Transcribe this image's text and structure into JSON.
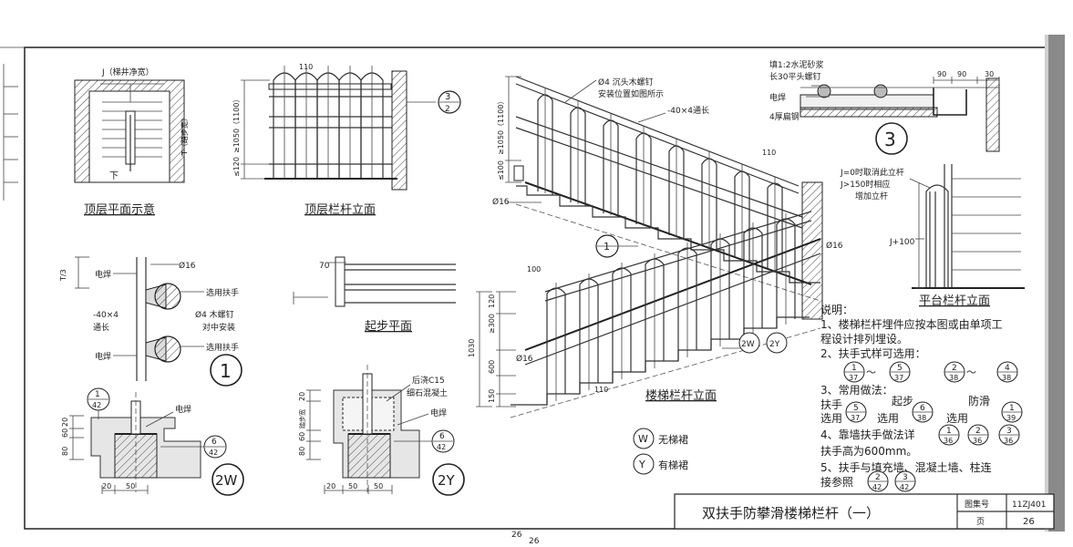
{
  "sheet": {
    "title": "双扶手防攀滑楼梯栏杆（一）",
    "atlas_label": "图集号",
    "atlas_no": "11ZJ401",
    "page_label": "页",
    "page_no": "26",
    "footer_page": "26",
    "footer_faint": "26"
  },
  "top_plan": {
    "title": "顶层平面示意",
    "j_label": "J（梯井净宽）",
    "t_label": "T（踏步宽）",
    "down": "下"
  },
  "top_rail": {
    "title": "顶层栏杆立面",
    "d110": "110",
    "h1050": "≥1050（1100）",
    "h120": "≤120",
    "ref_num": "3",
    "ref_sheet": "2"
  },
  "stair_elev": {
    "title": "楼梯栏杆立面",
    "screw_note1": "Ø4 沉头木螺钉",
    "screw_note2": "安装位置如图所示",
    "bar_note": "-40×4通长",
    "d110a": "110",
    "d110b": "110",
    "h1050": "≥1050（1100）",
    "h100": "≤100",
    "d16a": "Ø16",
    "d16b": "Ø16",
    "d16c": "Ø16",
    "ref1_num": "1",
    "d100": "100",
    "d120": "120",
    "d300": "≥300",
    "d1030": "1030",
    "d600": "600",
    "d150": "150",
    "tag_w": "2W",
    "tag_y": "2Y"
  },
  "detail1": {
    "weld1": "电焊",
    "weld2": "电焊",
    "d16": "Ø16",
    "choose1": "选用扶手",
    "choose2": "选用扶手",
    "bar1": "-40×4",
    "bar2": "通长",
    "screw1": "Ø4 木螺钉",
    "screw2": "对中安装",
    "t3": "T/3",
    "num": "1"
  },
  "start_plan": {
    "title": "起步平面",
    "d70": "70"
  },
  "detail3": {
    "mortar1": "填1:2水泥砂浆",
    "mortar2": "长30平头螺钉",
    "weld": "电焊",
    "steel": "4厚扁钢",
    "d90a": "90",
    "d90b": "90",
    "d30": "30",
    "num": "3"
  },
  "platform": {
    "title": "平台栏杆立面",
    "note1": "J=0时取消此立杆",
    "note2": "J>150时相应",
    "note3": "增加立杆",
    "j100": "J+100"
  },
  "detail2w": {
    "ref_num": "1",
    "ref_sheet": "42",
    "weld": "电焊",
    "r6_num": "6",
    "r6_sheet": "42",
    "d20": "20",
    "d50": "50",
    "v20": "20",
    "v60": "60",
    "v80": "80",
    "label": "2W"
  },
  "detail2y": {
    "pour1": "后浇C15",
    "pour2": "细石混凝土",
    "weld": "电焊",
    "r6_num": "6",
    "r6_sheet": "42",
    "d20": "20",
    "d50a": "50",
    "d50b": "50",
    "v20": "20",
    "v60": "60",
    "v80": "80",
    "vstep": "踏步宽",
    "label": "2Y"
  },
  "legend": {
    "w_sym": "W",
    "w_text": "无梯裙",
    "y_sym": "Y",
    "y_text": "有梯裙"
  },
  "notes": {
    "head": "说明：",
    "n1a": "1、楼梯栏杆埋件应按本图或由单项工",
    "n1b": "程设计排列埋设。",
    "n2": "2、扶手式样可选用：",
    "n2r1": "1",
    "n2s1": "37",
    "n2r2": "5",
    "n2s2": "37",
    "n2r3": "2",
    "n2s3": "38",
    "n2r4": "4",
    "n2s4": "38",
    "tilde": "～",
    "n3": "3、常用做法：",
    "hand": "扶手",
    "hand_sel": "选用",
    "start": "起步",
    "start_sel": "选用",
    "anti": "防滑",
    "anti_sel": "选用",
    "n3r1": "5",
    "n3s1": "37",
    "n3r2": "6",
    "n3s2": "38",
    "n3r3": "1",
    "n3s3": "39",
    "n4a": "4、靠墙扶手做法详",
    "n4r1": "1",
    "n4s1": "36",
    "n4r2": "2",
    "n4s2": "36",
    "n4r3": "3",
    "n4s3": "36",
    "n4b": "扶手高为600mm。",
    "n5a": "5、扶手与填充墙、混凝土墙、柱连",
    "n5b": "接参照",
    "n5r1": "2",
    "n5s1": "42",
    "n5r2": "3",
    "n5s2": "42"
  }
}
